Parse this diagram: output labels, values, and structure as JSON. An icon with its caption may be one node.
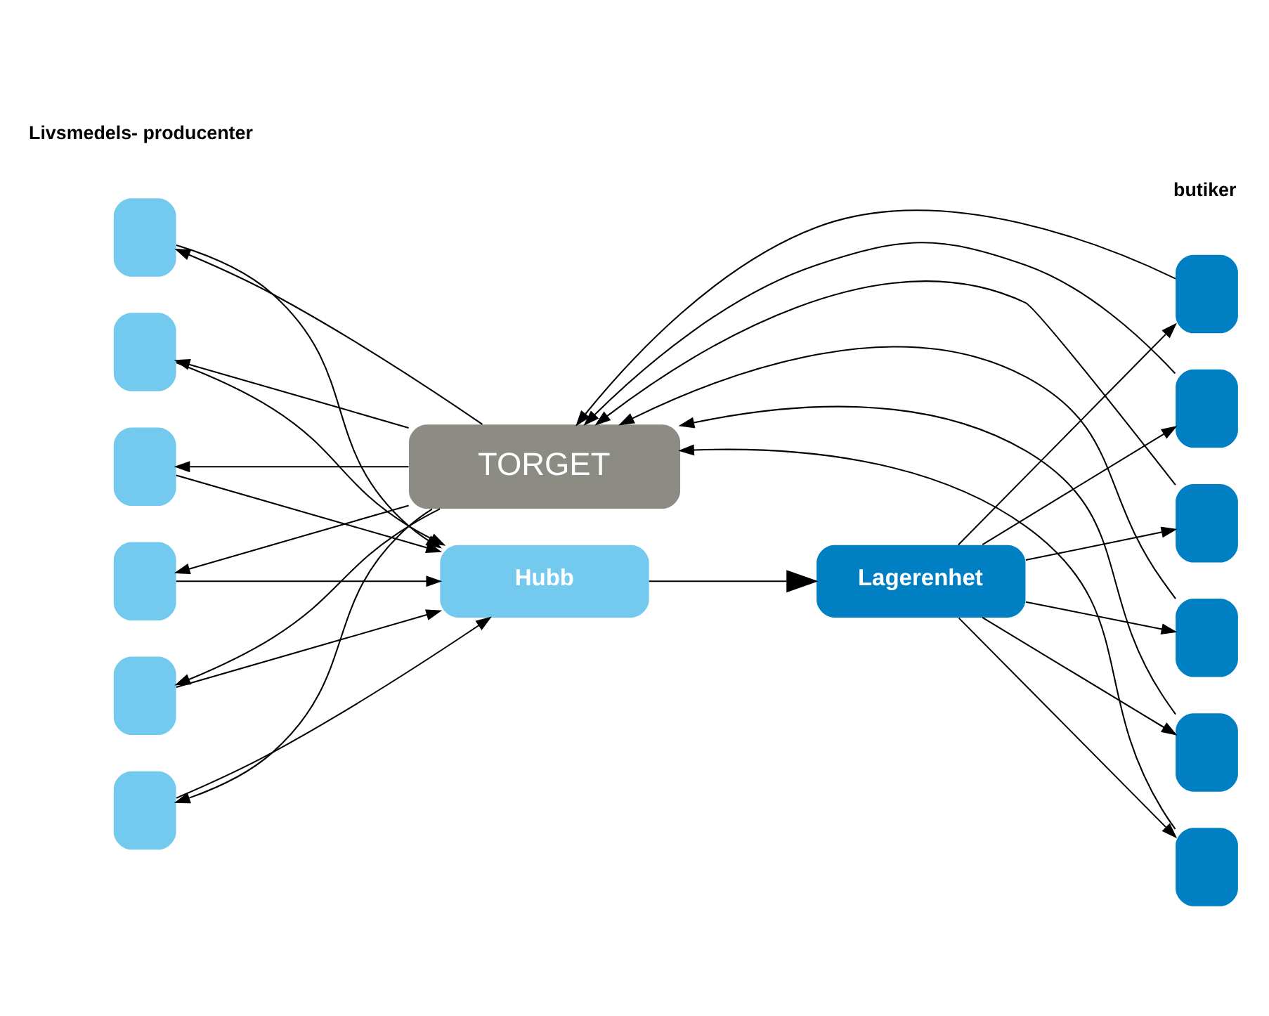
{
  "diagram": {
    "nodes": [
      {
        "text": [
          "TORGET"
        ]
      },
      {
        "text": [],
        "shape": "box"
      },
      {
        "text": [],
        "shape": "box"
      },
      {
        "text": [],
        "shape": "box"
      },
      {
        "text": [],
        "shape": "box"
      },
      {
        "text": [],
        "shape": "box"
      },
      {
        "text": [],
        "shape": "box"
      },
      {
        "text": [
          "Hubb"
        ]
      },
      {
        "text": [
          "Lagerenhet"
        ]
      },
      {
        "text": [],
        "shape": "box"
      },
      {
        "text": [],
        "shape": "box"
      },
      {
        "text": [],
        "shape": "box"
      },
      {
        "text": [],
        "shape": "box"
      },
      {
        "text": [],
        "shape": "box"
      },
      {
        "text": [],
        "shape": "box"
      }
    ],
    "edges": [
      {
        "from": 0,
        "to": 1,
        "arrow": "to"
      },
      {
        "from": 0,
        "to": 2,
        "arrow": "to"
      },
      {
        "from": 0,
        "to": 3,
        "arrow": "to"
      },
      {
        "from": 0,
        "to": 4,
        "arrow": "to"
      },
      {
        "from": 0,
        "to": 5,
        "arrow": "to"
      },
      {
        "from": 0,
        "to": 6,
        "arrow": "to"
      },
      {
        "from": 1,
        "to": 7,
        "arrow": "to"
      },
      {
        "from": 2,
        "to": 7,
        "arrow": "to"
      },
      {
        "from": 3,
        "to": 7,
        "arrow": "to"
      },
      {
        "from": 4,
        "to": 7,
        "arrow": "to"
      },
      {
        "from": 5,
        "to": 7,
        "arrow": "to"
      },
      {
        "from": 6,
        "to": 7,
        "arrow": "to"
      },
      {
        "from": 7,
        "to": 8,
        "arrow": "to"
      },
      {
        "from": 8,
        "to": 9,
        "arrow": "to"
      },
      {
        "from": 8,
        "to": 10,
        "arrow": "to"
      },
      {
        "from": 8,
        "to": 11,
        "arrow": "to"
      },
      {
        "from": 8,
        "to": 12,
        "arrow": "to"
      },
      {
        "from": 8,
        "to": 13,
        "arrow": "to"
      },
      {
        "from": 8,
        "to": 14,
        "arrow": "to"
      },
      {
        "from": 9,
        "to": 0,
        "arrow": "to"
      },
      {
        "from": 10,
        "to": 0,
        "arrow": "to"
      },
      {
        "from": 11,
        "to": 0,
        "arrow": "to"
      },
      {
        "from": 12,
        "to": 0,
        "arrow": "to"
      },
      {
        "from": 13,
        "to": 0,
        "arrow": "to"
      },
      {
        "from": 14,
        "to": 0,
        "arrow": "to"
      }
    ],
    "labels": [
      "Livsmedels- producenter",
      "butiker"
    ]
  }
}
